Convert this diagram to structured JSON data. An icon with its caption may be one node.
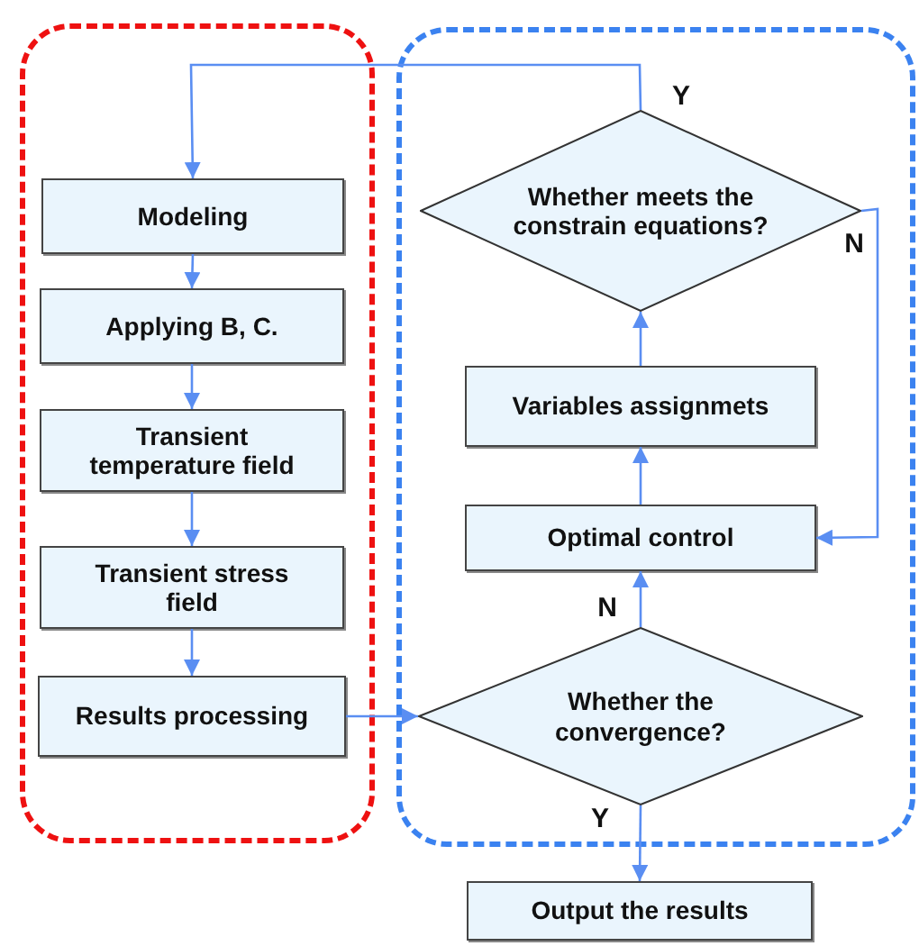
{
  "diagram": {
    "nodes": [
      {
        "text": [],
        "shape": "box"
      },
      {
        "text": [
          "Modeling"
        ],
        "in": 0
      },
      {
        "text": [
          "Applying B, C."
        ],
        "in": 0
      },
      {
        "text": [
          "Transient temperature field"
        ],
        "in": 0
      },
      {
        "text": [
          "Transient stress field"
        ],
        "in": 0
      },
      {
        "text": [
          "Results processing"
        ],
        "in": 0
      },
      {
        "text": [],
        "shape": "box"
      },
      {
        "text": [
          "Whether meets the constrain equations?"
        ],
        "in": 6
      },
      {
        "text": [
          "Variables assignmets"
        ],
        "in": 6
      },
      {
        "text": [
          "Optimal control"
        ],
        "in": 6
      },
      {
        "text": [
          "Whether the convergence?"
        ],
        "in": 6
      },
      {
        "text": [
          "Output the results"
        ]
      }
    ],
    "edges": [
      {
        "from": 1,
        "to": 2,
        "arrow": "to"
      },
      {
        "from": 2,
        "to": 3,
        "arrow": "to"
      },
      {
        "from": 3,
        "to": 4,
        "arrow": "to"
      },
      {
        "from": 4,
        "to": 5,
        "arrow": "to"
      },
      {
        "from": 5,
        "to": 10,
        "arrow": "to"
      },
      {
        "from": 10,
        "to": 9,
        "arrow": "to",
        "label": "N"
      },
      {
        "from": 9,
        "to": 8,
        "arrow": "to"
      },
      {
        "from": 8,
        "to": 7,
        "arrow": "to"
      },
      {
        "from": 7,
        "to": 1,
        "arrow": "to",
        "label": "Y"
      },
      {
        "from": 7,
        "to": 9,
        "arrow": "to",
        "label": "N"
      },
      {
        "from": 10,
        "to": 11,
        "arrow": "to",
        "label": "Y"
      }
    ]
  }
}
